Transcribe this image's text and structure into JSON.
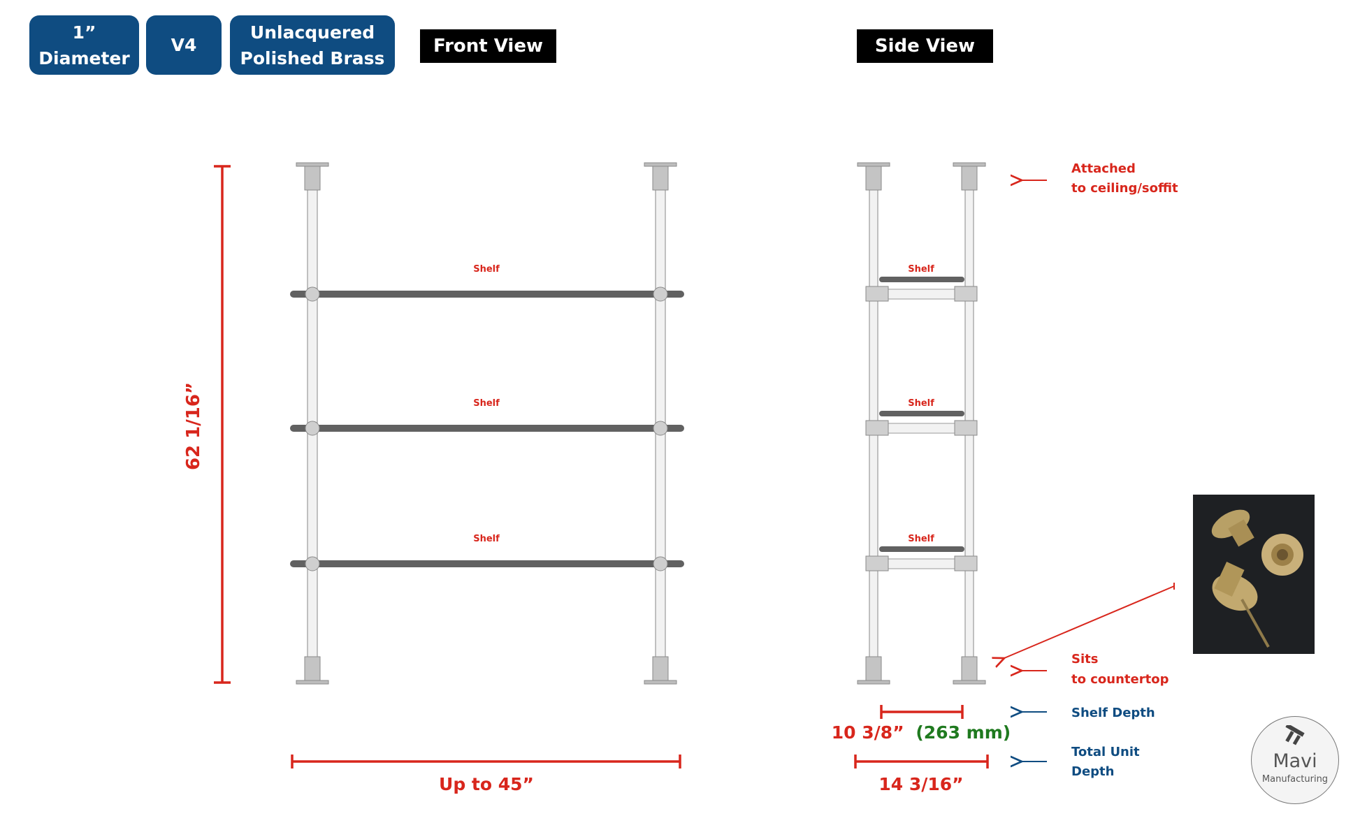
{
  "badges": {
    "diameter_line1": "1”",
    "diameter_line2": "Diameter",
    "version": "V4",
    "finish_line1": "Unlacquered",
    "finish_line2": "Polished Brass"
  },
  "views": {
    "front": "Front View",
    "side": "Side View"
  },
  "front_view": {
    "height_dimension": "62 1/16”",
    "width_dimension": "Up to 45”",
    "shelf_labels": [
      "Shelf",
      "Shelf",
      "Shelf"
    ]
  },
  "side_view": {
    "shelf_labels": [
      "Shelf",
      "Shelf",
      "Shelf"
    ],
    "shelf_depth_imperial": "10 3/8”",
    "shelf_depth_metric": "(263 mm)",
    "total_depth": "14 3/16”"
  },
  "annotations": {
    "ceiling_line1": "Attached",
    "ceiling_line2": "to ceiling/soffit",
    "counter_line1": "Sits",
    "counter_line2": "to countertop",
    "shelf_depth": "Shelf Depth",
    "total_depth_line1": "Total Unit",
    "total_depth_line2": "Depth"
  },
  "logo": {
    "name": "Mavi",
    "sub": "Manufacturing"
  },
  "colors": {
    "badge": "#0f4c81",
    "dimension_red": "#d8261c",
    "metric_green": "#1f7a1f",
    "note_blue": "#0f4c81",
    "shelf_gray": "#616161"
  }
}
